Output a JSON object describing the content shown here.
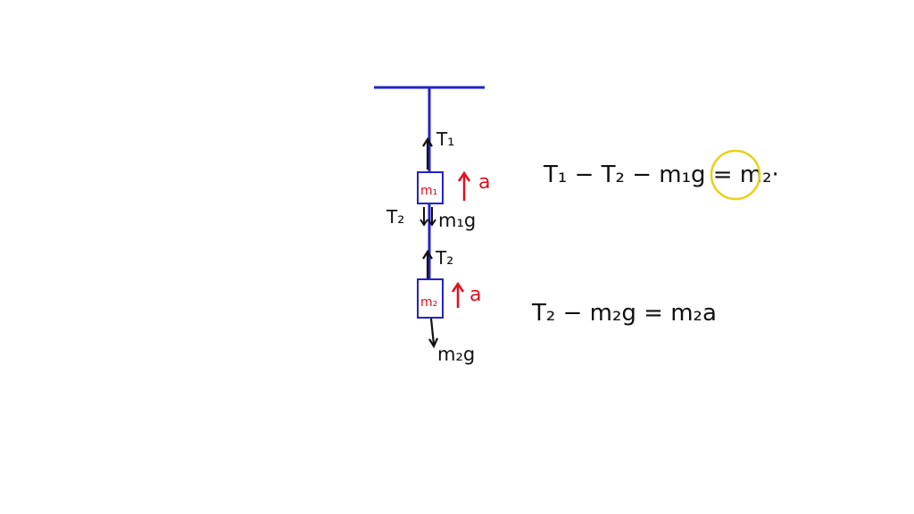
{
  "colors": {
    "string": "#2323c8",
    "ink": "#111111",
    "accent": "#e0101e",
    "cursor": "#e6d21a",
    "background": "#ffffff"
  },
  "diagram": {
    "tension_top": "T₁",
    "mass1_label": "m₁",
    "accel1_label": "a",
    "tension_between_left": "T₂",
    "weight1_label": "m₁g",
    "tension_up_on_m2": "T₂",
    "mass2_label": "m₂",
    "accel2_label": "a",
    "weight2_label": "m₂g"
  },
  "equations": {
    "eq1": "T₁ − T₂ − m₁g = m₂·",
    "eq2": "T₂ − m₂g = m₂a"
  },
  "pointer": {
    "icon": "highlight-cursor-icon"
  }
}
